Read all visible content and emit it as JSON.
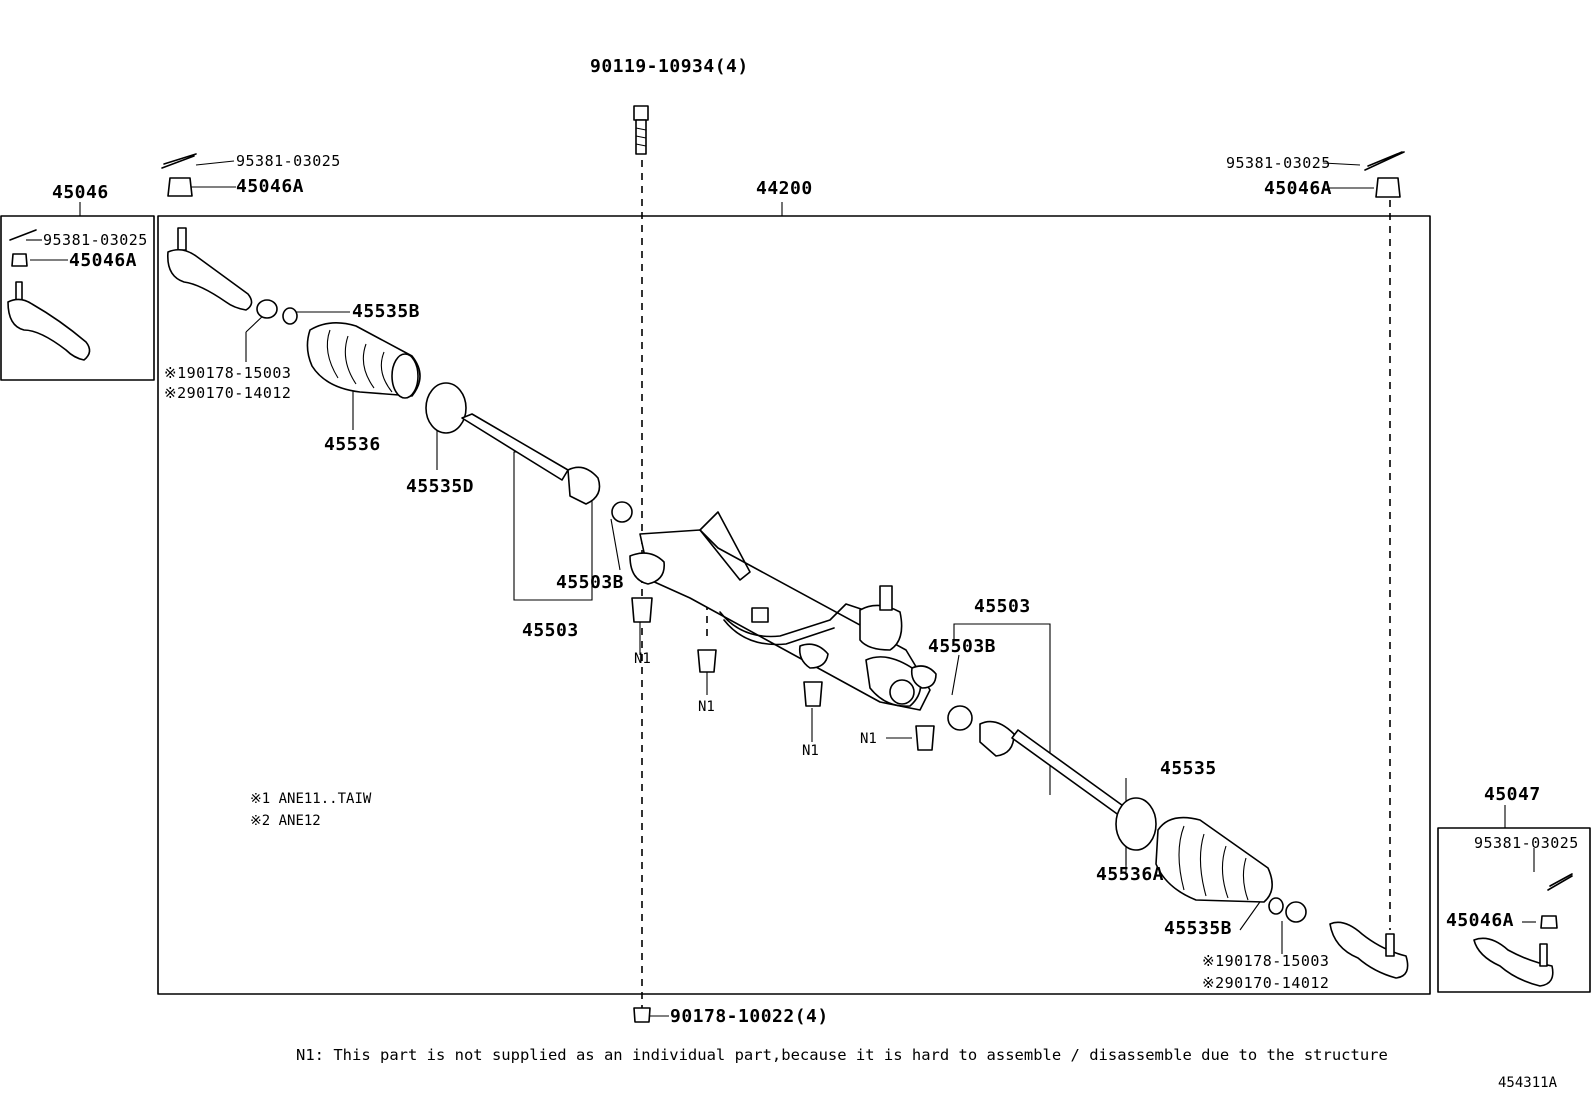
{
  "labels": {
    "bolt_top": "90119-10934(4)",
    "pin_left": "95381-03025",
    "nut_left": "45046A",
    "assembly": "44200",
    "pin_right": "95381-03025",
    "nut_right": "45046A",
    "tie_end_left_kit": "45046",
    "kit_left_pin": "95381-03025",
    "kit_left_nut": "45046A",
    "clip_left": "45535B",
    "grommet_left_1": "※190178-15003",
    "grommet_left_2": "※290170-14012",
    "boot_left": "45536",
    "clamp_left": "45535D",
    "washer_left": "45503B",
    "inner_rod_left": "45503",
    "inner_rod_right": "45503",
    "washer_right": "45503B",
    "n1_a": "N1",
    "n1_b": "N1",
    "n1_c": "N1",
    "n1_d": "N1",
    "note_1": "※1 ANE11..TAIW",
    "note_2": "※2 ANE12",
    "boot_right": "45535",
    "clamp_right": "45536A",
    "clip_right": "45535B",
    "grommet_right_1": "※190178-15003",
    "grommet_right_2": "※290170-14012",
    "tie_end_right_kit": "45047",
    "kit_right_pin": "95381-03025",
    "kit_right_nut": "45046A",
    "nut_bottom": "90178-10022(4)",
    "footnote": "N1: This part is not supplied as an individual part,because it is hard to assemble / disassemble due to the structure",
    "drawing_number": "454311A"
  }
}
